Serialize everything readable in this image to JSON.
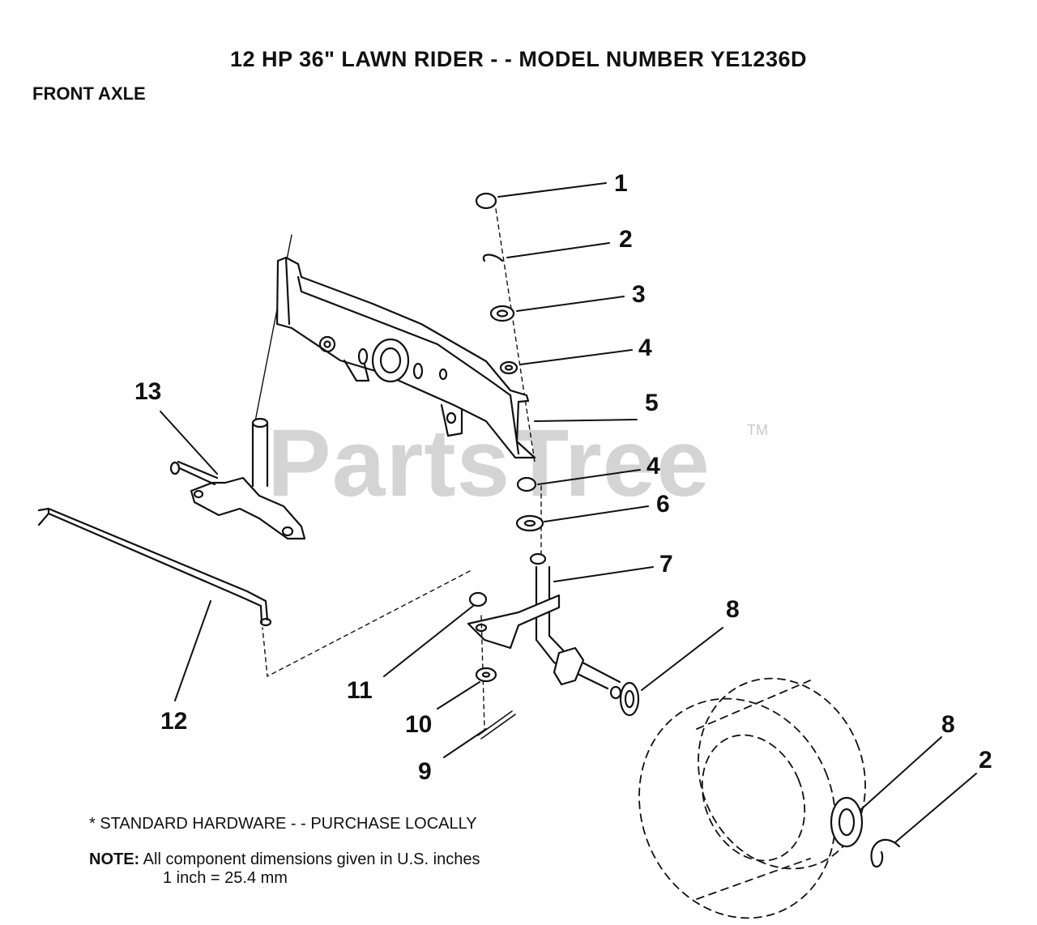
{
  "title": "12 HP 36\" LAWN RIDER - - MODEL NUMBER YE1236D",
  "subtitle": "FRONT AXLE",
  "watermark": "PartsTree",
  "trademark": "TM",
  "callouts": {
    "c1": "1",
    "c2a": "2",
    "c3": "3",
    "c4a": "4",
    "c5": "5",
    "c4b": "4",
    "c6": "6",
    "c7": "7",
    "c8a": "8",
    "c8b": "8",
    "c2b": "2",
    "c9": "9",
    "c10": "10",
    "c11": "11",
    "c12": "12",
    "c13": "13"
  },
  "footer": {
    "standard_hardware": "* STANDARD HARDWARE - - PURCHASE LOCALLY",
    "note_label": "NOTE:",
    "note_line1": "All component dimensions given in U.S. inches",
    "note_line2": "1 inch = 25.4 mm"
  }
}
